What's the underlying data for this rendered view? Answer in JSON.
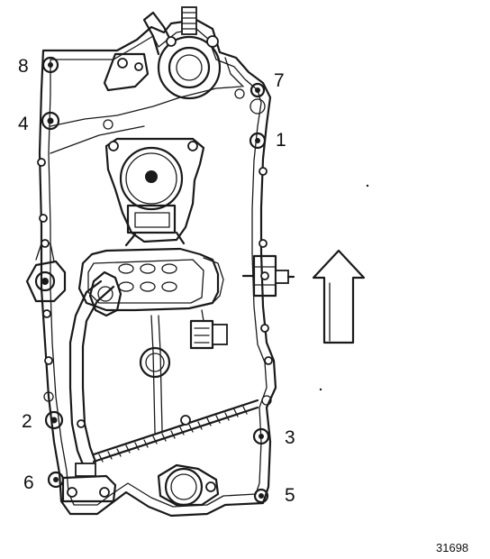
{
  "callouts": [
    "1",
    "2",
    "3",
    "4",
    "5",
    "6",
    "7",
    "8"
  ],
  "figure_number": "31698",
  "colors": {
    "line": "#1a1a1a",
    "background": "#ffffff"
  }
}
